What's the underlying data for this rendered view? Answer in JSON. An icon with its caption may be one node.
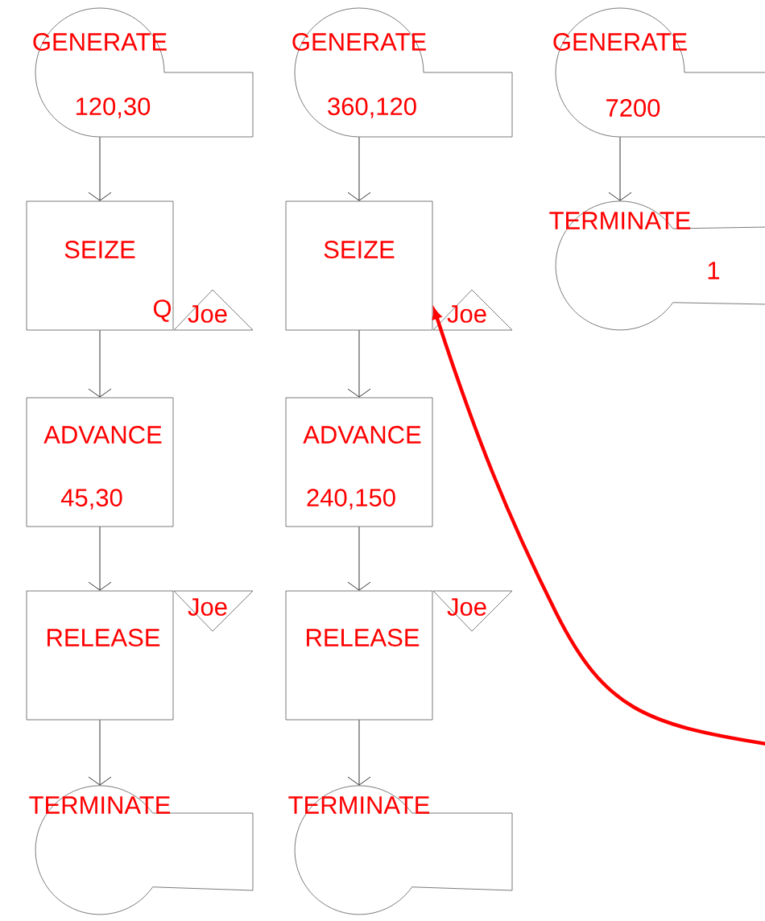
{
  "diagram": {
    "nodes": [
      {
        "text": [
          "GENERATE",
          "120,30"
        ]
      },
      {
        "text": [
          "SEIZE",
          "Q"
        ]
      },
      {
        "text": [
          "Joe"
        ]
      },
      {
        "text": [
          "ADVANCE",
          "45,30"
        ]
      },
      {
        "text": [
          "RELEASE"
        ]
      },
      {
        "text": [
          "Joe"
        ]
      },
      {
        "text": [
          "TERMINATE"
        ]
      },
      {
        "text": [
          "GENERATE",
          "360,120"
        ]
      },
      {
        "text": [
          "SEIZE"
        ]
      },
      {
        "text": [
          "Joe"
        ]
      },
      {
        "text": [
          "ADVANCE",
          "240,150"
        ]
      },
      {
        "text": [
          "RELEASE"
        ]
      },
      {
        "text": [
          "Joe"
        ]
      },
      {
        "text": [
          "TERMINATE"
        ]
      },
      {
        "text": [
          "GENERATE",
          "7200"
        ]
      },
      {
        "text": [
          "TERMINATE",
          "1"
        ]
      }
    ],
    "edges": [
      {
        "from": 0,
        "to": 1,
        "arrow": "to"
      },
      {
        "from": 1,
        "to": 3,
        "arrow": "to"
      },
      {
        "from": 3,
        "to": 4,
        "arrow": "to"
      },
      {
        "from": 4,
        "to": 6,
        "arrow": "to"
      },
      {
        "from": 7,
        "to": 8,
        "arrow": "to"
      },
      {
        "from": 8,
        "to": 10,
        "arrow": "to"
      },
      {
        "from": 10,
        "to": 11,
        "arrow": "to"
      },
      {
        "from": 11,
        "to": 13,
        "arrow": "to"
      },
      {
        "from": 14,
        "to": 15,
        "arrow": "to"
      },
      {
        "from": null,
        "to": 8,
        "arrow": "to",
        "style": "thick",
        "color": "#ff0000"
      }
    ]
  }
}
